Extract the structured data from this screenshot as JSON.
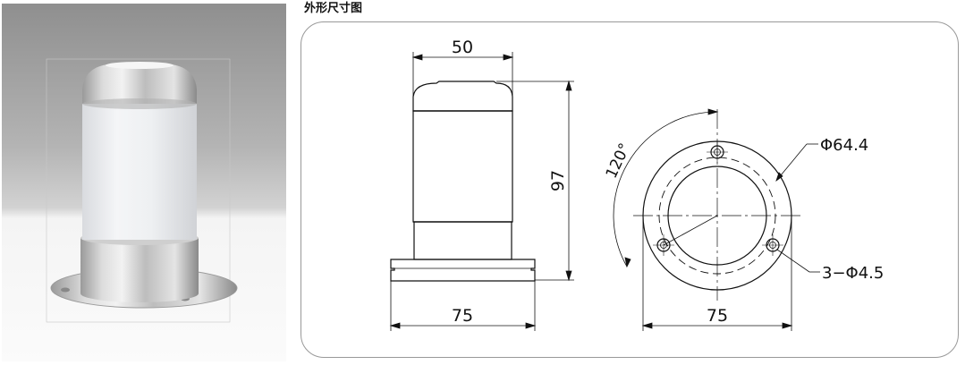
{
  "section_title": "外形尺寸图",
  "side_view": {
    "top_width": "50",
    "height": "97",
    "base_width": "75"
  },
  "top_view": {
    "angle": "120°",
    "pitch_circle_prefix": "Φ",
    "pitch_circle_value": "64.4",
    "holes_prefix": "3−Φ",
    "holes_value": "4.5",
    "flange_width": "75"
  }
}
